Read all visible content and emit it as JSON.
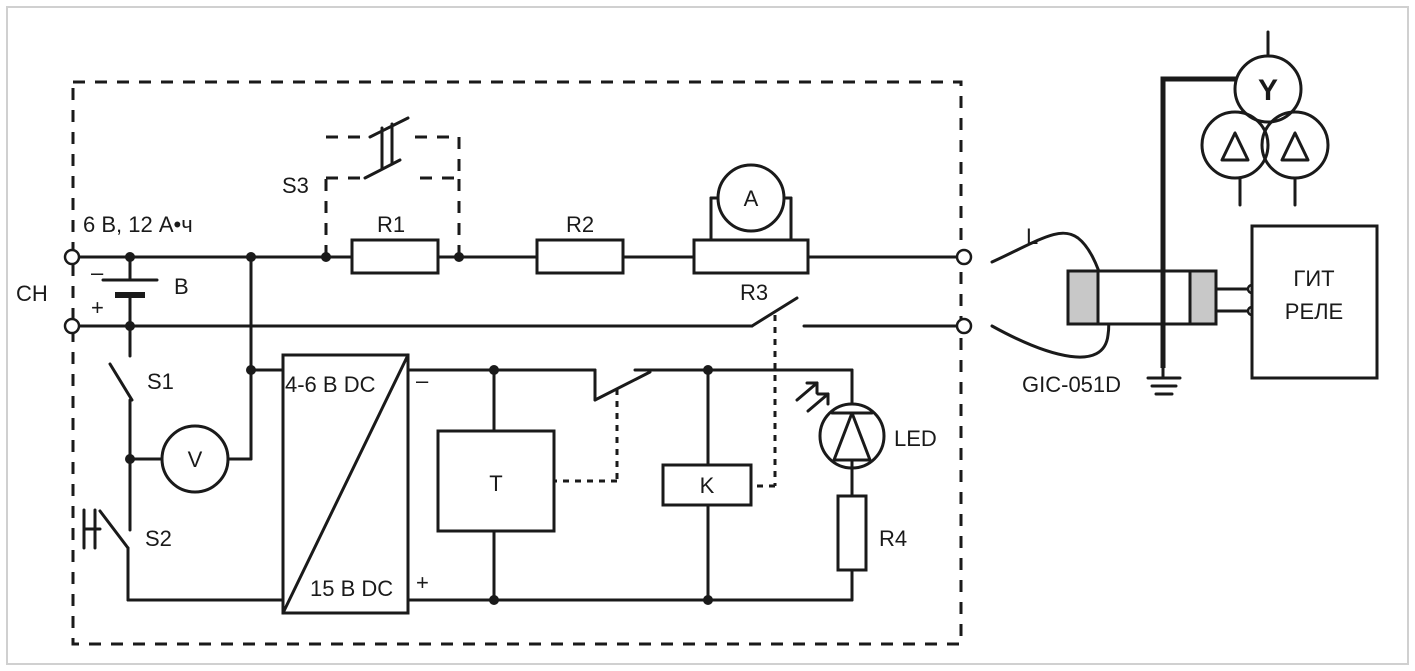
{
  "labels": {
    "battery_spec": "6 В, 12 А•ч",
    "ch": "СН",
    "minus": "–",
    "plus": "+",
    "battery": "В",
    "s1": "S1",
    "s2": "S2",
    "s3": "S3",
    "r1": "R1",
    "r2": "R2",
    "r3": "R3",
    "r4": "R4",
    "ammeter": "A",
    "voltmeter": "V",
    "converter_in": "4-6 В DC",
    "converter_out": "15 В DC",
    "conv_minus": "–",
    "conv_plus": "+",
    "timer": "T",
    "relay": "K",
    "led": "LED",
    "l": "L",
    "gic": "GIC-051D",
    "git_line1": "ГИТ",
    "git_line2": "РЕЛЕ",
    "star": "Y"
  },
  "colors": {
    "stroke": "#1a1a1a",
    "frame": "#d0d0d0",
    "coil_fill": "#c8c8c8"
  }
}
